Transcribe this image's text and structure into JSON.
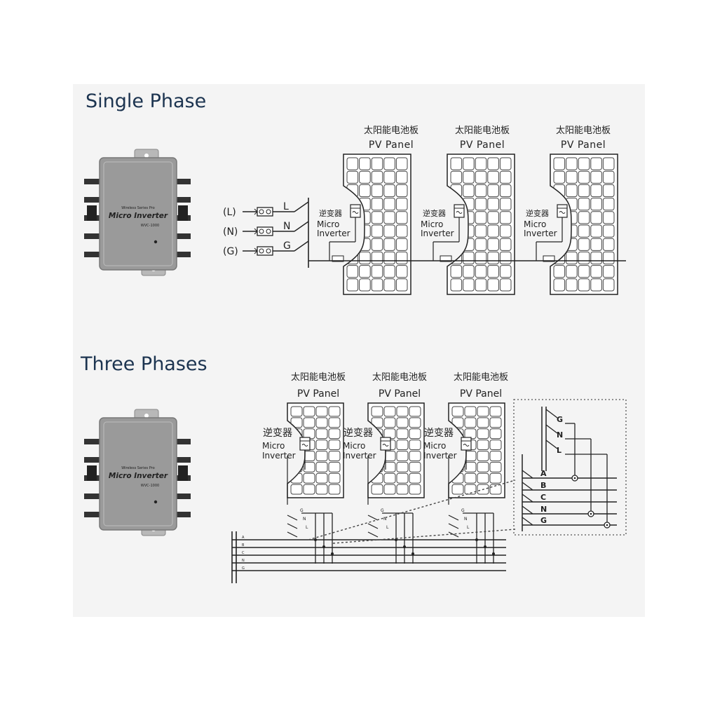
{
  "sections": {
    "single": {
      "title": "Single Phase"
    },
    "three": {
      "title": "Three Phases"
    }
  },
  "device": {
    "brand": "Wireless Series Pro",
    "name": "Micro Inverter",
    "model": "WVC-1000"
  },
  "labels": {
    "panel_cn": "太阳能电池板",
    "panel_en": "PV Panel",
    "inverter_cn": "逆变器",
    "inverter_en_1": "Micro",
    "inverter_en_2": "Inverter"
  },
  "single_wiring": {
    "terminals": [
      "(L)",
      "(N)",
      "(G)"
    ],
    "wires": [
      "L",
      "N",
      "G"
    ]
  },
  "three_wiring": {
    "bus_small": [
      "A",
      "B",
      "C",
      "N",
      "G"
    ],
    "inverter_small": [
      "G",
      "N",
      "L"
    ],
    "detail_top": [
      "G",
      "N",
      "L"
    ],
    "detail_bus": [
      "A",
      "B",
      "C",
      "N",
      "G"
    ]
  },
  "colors": {
    "title": "#1c3450",
    "line": "#222222",
    "device": "#9a9a9a"
  }
}
